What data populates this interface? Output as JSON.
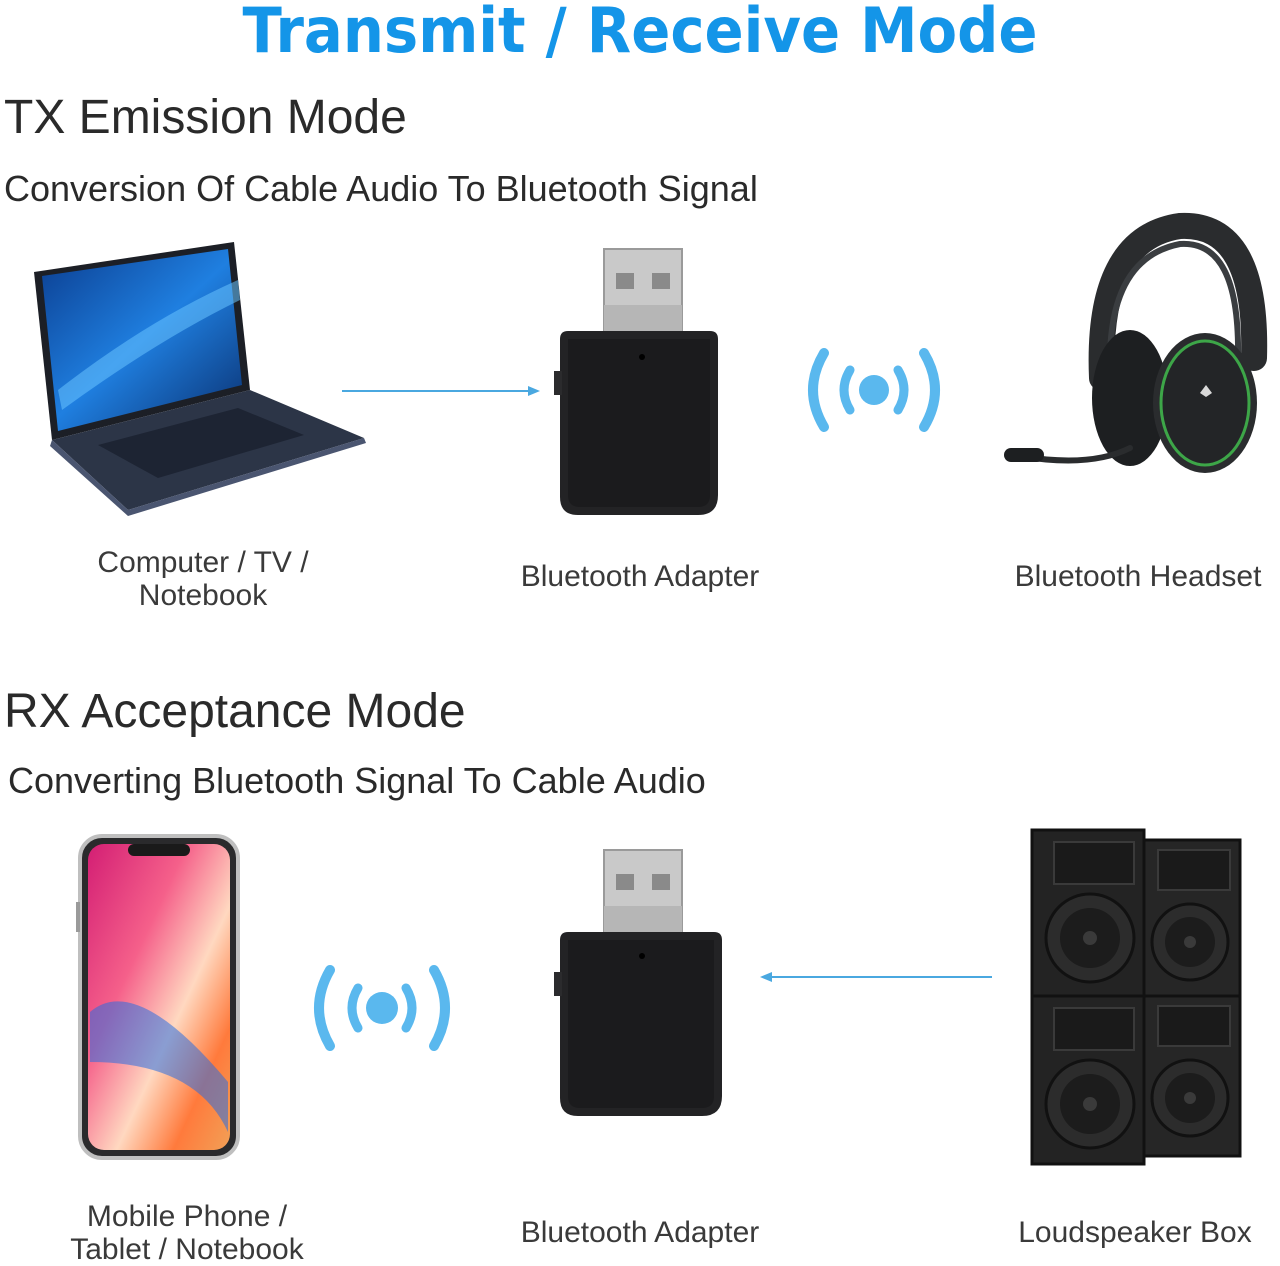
{
  "title": "Transmit / Receive Mode",
  "tx": {
    "heading": "TX Emission Mode",
    "subheading": "Conversion Of Cable Audio To Bluetooth Signal",
    "source_label_line1": "Computer / TV /",
    "source_label_line2": "Notebook",
    "adapter_label": "Bluetooth Adapter",
    "target_label": "Bluetooth Headset"
  },
  "rx": {
    "heading": "RX Acceptance Mode",
    "subheading": "Converting Bluetooth Signal To Cable Audio",
    "source_label_line1": "Mobile Phone /",
    "source_label_line2": "Tablet / Notebook",
    "adapter_label": "Bluetooth Adapter",
    "target_label": "Loudspeaker Box"
  },
  "colors": {
    "accent": "#1495e8",
    "signal": "#5ab8ee",
    "arrow": "#4aa8e0",
    "device": "#1e1e20"
  },
  "icons": {
    "signal": "wireless-signal-icon",
    "laptop": "laptop-icon",
    "adapter": "usb-bluetooth-adapter-icon",
    "headset": "headset-icon",
    "phone": "smartphone-icon",
    "speakers": "speaker-stack-icon"
  }
}
